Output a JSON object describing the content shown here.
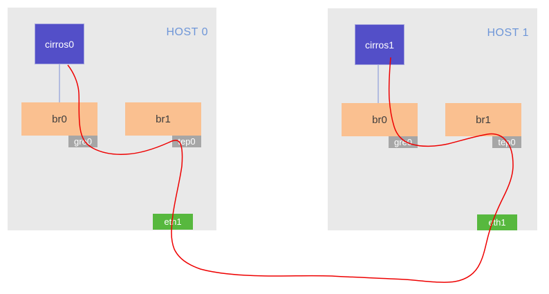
{
  "diagram": {
    "hosts": [
      {
        "title": "HOST 0",
        "vm": "cirros0",
        "bridge0": "br0",
        "bridge1": "br1",
        "gre_port": "gre0",
        "tep_port": "tep0",
        "nic": "eth1"
      },
      {
        "title": "HOST 1",
        "vm": "cirros1",
        "bridge0": "br0",
        "bridge1": "br1",
        "gre_port": "gre0",
        "tep_port": "tep0",
        "nic": "eth1"
      }
    ],
    "colors": {
      "host_bg": "#e9e9e9",
      "vm_fill": "#534fc8",
      "vm_border": "#a6a6dd",
      "bridge_fill": "#fac090",
      "port_fill": "#a6a6a6",
      "nic_fill": "#57b83e",
      "title_text": "#6e96d8",
      "link_line": "#7b8fd6",
      "tunnel_line": "#ee0000"
    }
  }
}
